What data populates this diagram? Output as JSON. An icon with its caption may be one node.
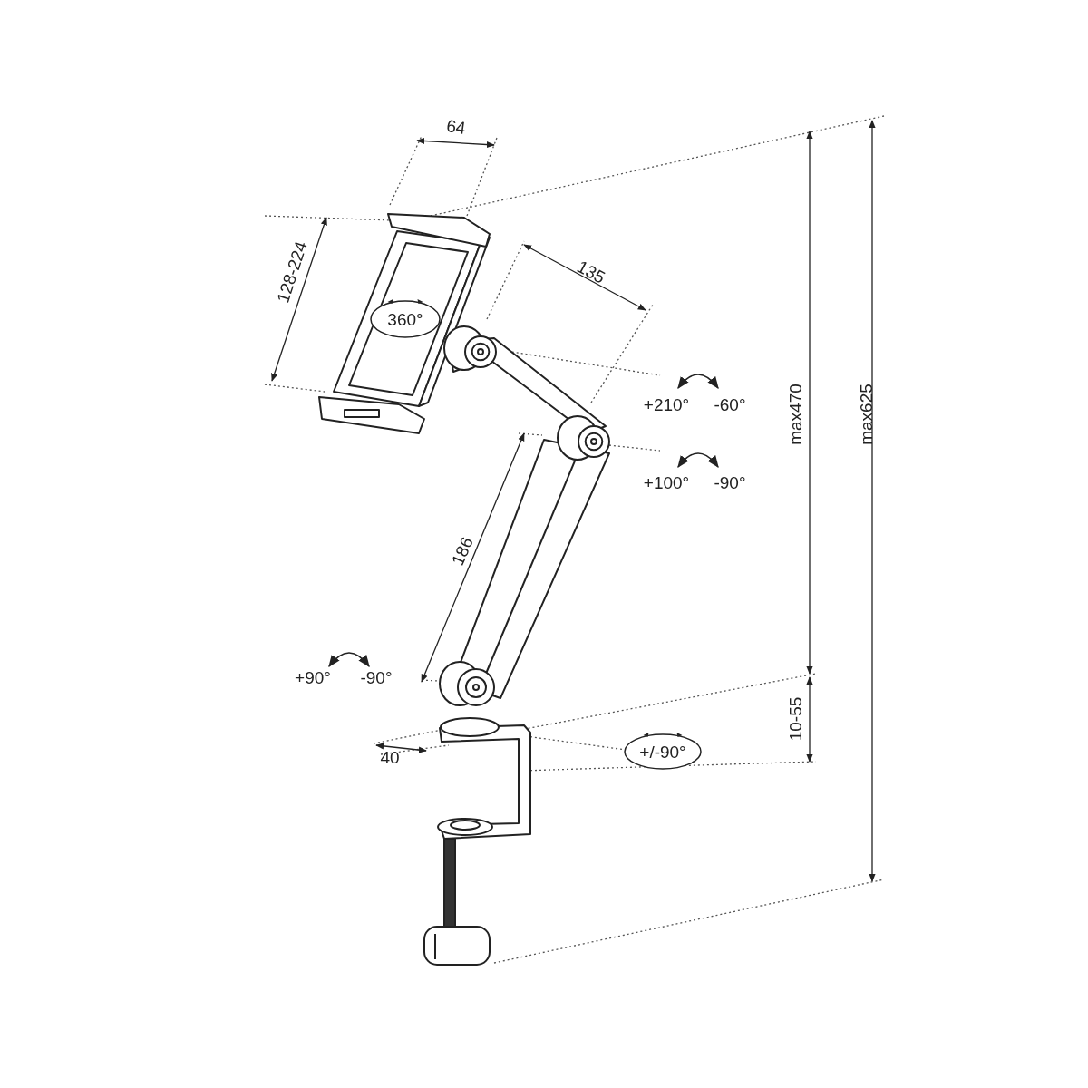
{
  "diagram": {
    "nodes": [
      {
        "text": [
          "360°"
        ]
      },
      {
        "text": [
          "+/-90°"
        ]
      }
    ],
    "labels": [
      "64",
      "128-224",
      "135",
      "+210°",
      "-60°",
      "+100°",
      "-90°",
      "186",
      "max470",
      "max625",
      "+90°",
      "-90°",
      "10-55",
      "40"
    ]
  }
}
